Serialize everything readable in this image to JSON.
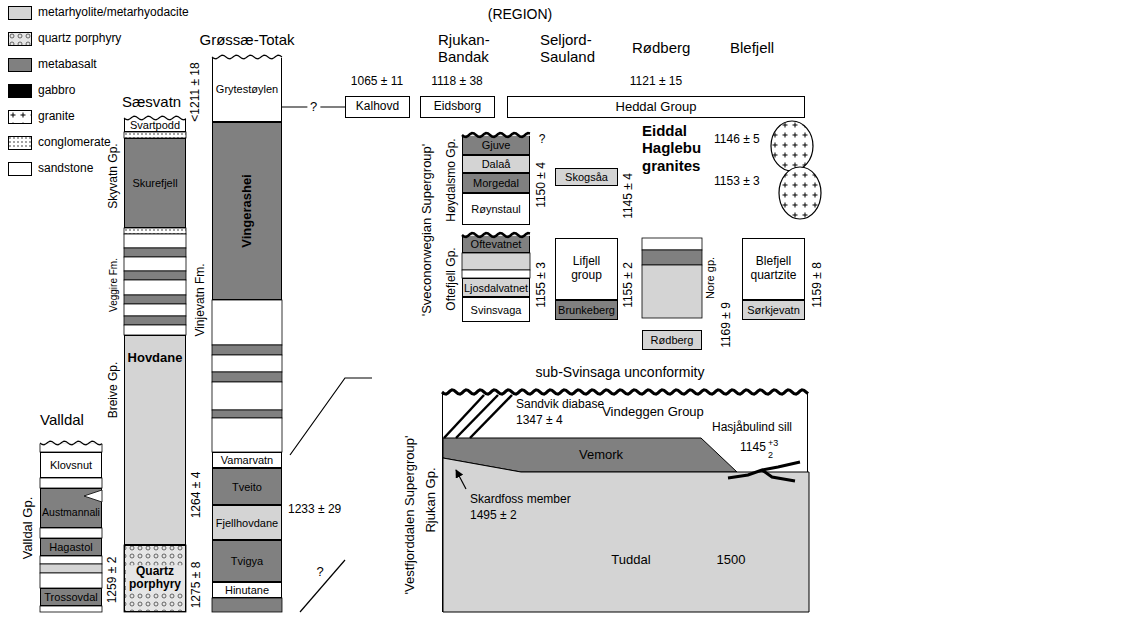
{
  "diagram": {
    "nodes": [
      {
        "text": [
          "Valldal Gp."
        ]
      },
      {
        "text": [
          "Klovsnut"
        ],
        "in": 0
      },
      {
        "text": [
          "Austmannali"
        ],
        "in": 0
      },
      {
        "text": [
          "Hagastol"
        ],
        "in": 0
      },
      {
        "text": [
          "Trossovdal"
        ],
        "in": 0
      },
      {
        "text": [
          "Skyvatn Gp."
        ]
      },
      {
        "text": [
          "Svartpodd"
        ],
        "in": 5
      },
      {
        "text": [
          "Skurefjell"
        ],
        "in": 5
      },
      {
        "text": [
          "Veggire Fm."
        ]
      },
      {
        "text": [
          "Breive Gp."
        ]
      },
      {
        "text": [
          "Hovdane"
        ],
        "in": 9
      },
      {
        "text": [
          "Quartz porphyry"
        ],
        "in": 9
      },
      {
        "text": [
          "Grytestøylen"
        ]
      },
      {
        "text": [
          "Vingerashei"
        ]
      },
      {
        "text": [
          "Vamarvatn"
        ]
      },
      {
        "text": [
          "Tveito"
        ]
      },
      {
        "text": [
          "Fjellhovdane"
        ]
      },
      {
        "text": [
          "Tvigya"
        ]
      },
      {
        "text": [
          "Hinutane"
        ]
      },
      {
        "text": [
          "Kalhovd"
        ]
      },
      {
        "text": [
          "Eidsborg"
        ]
      },
      {
        "text": [
          "Heddal Group"
        ]
      },
      {
        "text": [
          "Høydalsmo Gp."
        ]
      },
      {
        "text": [
          "Gjuve"
        ],
        "in": 22
      },
      {
        "text": [
          "Dalaå"
        ],
        "in": 22
      },
      {
        "text": [
          "Morgedal"
        ],
        "in": 22
      },
      {
        "text": [
          "Røynstaul"
        ],
        "in": 22
      },
      {
        "text": [
          "Oftefjell Gp."
        ]
      },
      {
        "text": [
          "Oftevatnet"
        ],
        "in": 27
      },
      {
        "text": [
          "Ljosdalvatnet"
        ],
        "in": 27
      },
      {
        "text": [
          "Svinsvaga"
        ],
        "in": 27
      },
      {
        "text": [
          "Skogsåa"
        ]
      },
      {
        "text": [
          "Lifjell group"
        ]
      },
      {
        "text": [
          "Brunkeberg"
        ]
      },
      {
        "text": [
          "Nore gp."
        ]
      },
      {
        "text": [
          "Rødberg"
        ]
      },
      {
        "text": [
          "Blefjell quartzite"
        ]
      },
      {
        "text": [
          "Sørkjevatn"
        ]
      },
      {
        "text": [
          "Rjukan Gp."
        ]
      },
      {
        "text": [
          "Vindeggen Group"
        ],
        "in": 38
      },
      {
        "text": [
          "Vemork"
        ],
        "in": 38
      },
      {
        "text": [
          "Tuddal",
          "1500"
        ],
        "in": 38
      }
    ],
    "edges": [
      {
        "from": 12,
        "to": 19,
        "arrow": "none",
        "label": "?"
      }
    ],
    "labels": [
      "(REGION)",
      "Valldal",
      "Sæsvatn",
      "Grøssæ-Totak",
      "Rjukan- Bandak",
      "Seljord- Sauland",
      "Rødberg",
      "Blefjell",
      "1259 ± 2",
      "<1211 ± 18",
      "1264 ± 4",
      "1275 ± 8",
      "Vinjevatn Fm.",
      "1233 ± 29",
      "?",
      "1065 ± 11",
      "1118 ± 38",
      "1121 ± 15",
      "'Sveconorwegian Supergroup'",
      "1150 ± 4",
      "?",
      "1155 ± 3",
      "1145 ± 4",
      "1155 ± 2",
      "1169 ± 9",
      "1159 ± 8",
      "Eiddal Haglebu granites",
      "1146 ± 5",
      "1153 ± 3",
      "sub-Svinsaga unconformity",
      "'Vestfjorddalen Supergroup'",
      "Sandvik diabase",
      "1347 ± 4",
      "Skardfoss member",
      "1495 ± 2",
      "Hasjåbulind sill",
      "1145",
      "+3",
      "2"
    ],
    "legend": [
      {
        "text": "metarhyolite/metarhyodacite",
        "color": "#d4d4d4"
      },
      {
        "text": "quartz porphyry"
      },
      {
        "text": "metabasalt",
        "color": "#808080"
      },
      {
        "text": "gabbro",
        "color": "#000000"
      },
      {
        "text": "granite"
      },
      {
        "text": "conglomerate"
      },
      {
        "text": "sandstone",
        "color": "#ffffff"
      }
    ]
  }
}
